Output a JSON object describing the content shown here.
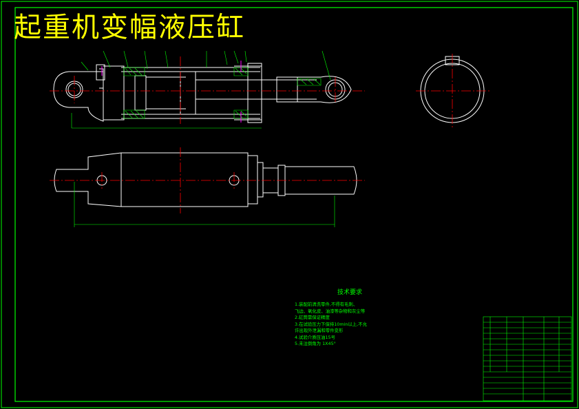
{
  "title": "起重机变幅液压缸",
  "technical_requirements": {
    "heading": "技术要求",
    "lines": [
      "1.装配前清洗零件,不得有毛刺、",
      "  飞边、氧化皮、油漆等杂物和灰尘等",
      "2.缸筒需保证精度",
      "3.在试验压力下保持10min以上,不允",
      "  许出现外泄漏和零件变形",
      "4.试验介质压油15号",
      "5.未注倒角为 1X45°"
    ]
  },
  "colors": {
    "background": "#000000",
    "frame": "#00ff00",
    "outline": "#ffffff",
    "center_line": "#ff0000",
    "dimension": "#00ff00",
    "hatch": "#00ff00",
    "title_text": "#ffff00",
    "bolt": "#ff00ff"
  }
}
